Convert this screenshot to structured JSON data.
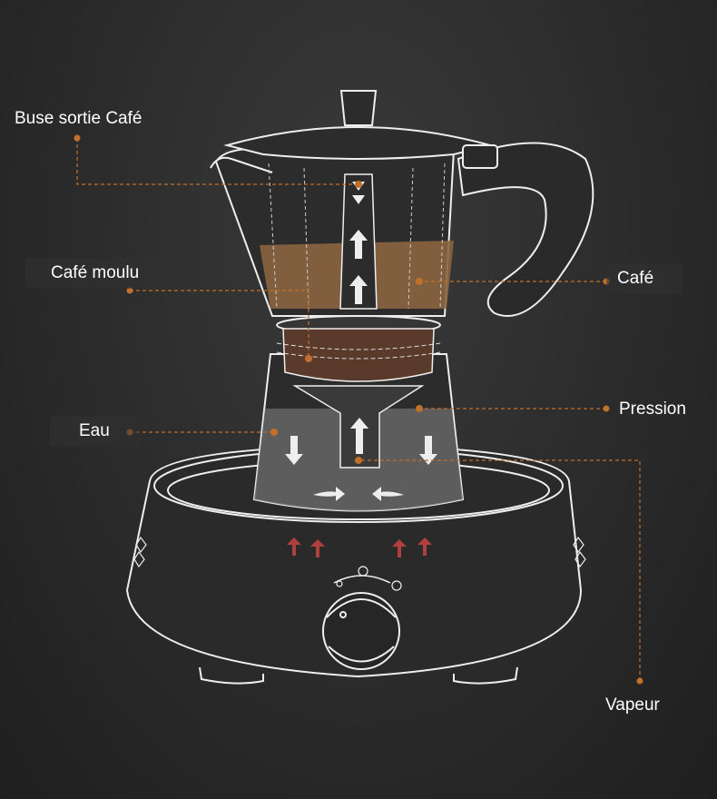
{
  "labels": {
    "nozzle": "Buse sortie Café",
    "ground_coffee": "Café moulu",
    "coffee": "Café",
    "water": "Eau",
    "pressure": "Pression",
    "steam": "Vapeur"
  },
  "colors": {
    "accent": "#c0702a",
    "coffee": "#8a6440",
    "grounds": "#5a3a2a",
    "water": "#6a6a6a",
    "heat": "#b04040"
  }
}
